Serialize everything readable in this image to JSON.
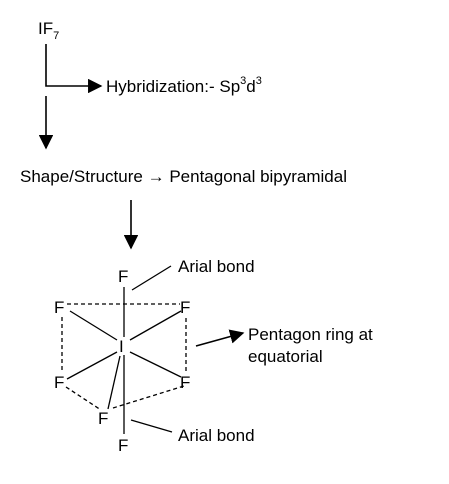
{
  "formula": {
    "base": "IF",
    "subscript": "7"
  },
  "hybridization": {
    "prefix": "Hybridization:- Sp",
    "sup1": "3",
    "mid": "d",
    "sup2": "3"
  },
  "shape": {
    "label": "Shape/Structure",
    "arrow": "→",
    "value": "Pentagonal bipyramidal"
  },
  "molecule": {
    "central_atom": "I",
    "axial_top": "F",
    "axial_bottom": "F",
    "eq_upper_left": "F",
    "eq_upper_right": "F",
    "eq_lower_left": "F",
    "eq_lower_right": "F",
    "eq_bottom": "F"
  },
  "annotations": {
    "top_axial": "Arial bond",
    "ring_line1": "Pentagon ring at",
    "ring_line2": "equatorial",
    "bottom_axial": "Arial bond"
  },
  "colors": {
    "ink": "#000000",
    "background": "#ffffff"
  }
}
